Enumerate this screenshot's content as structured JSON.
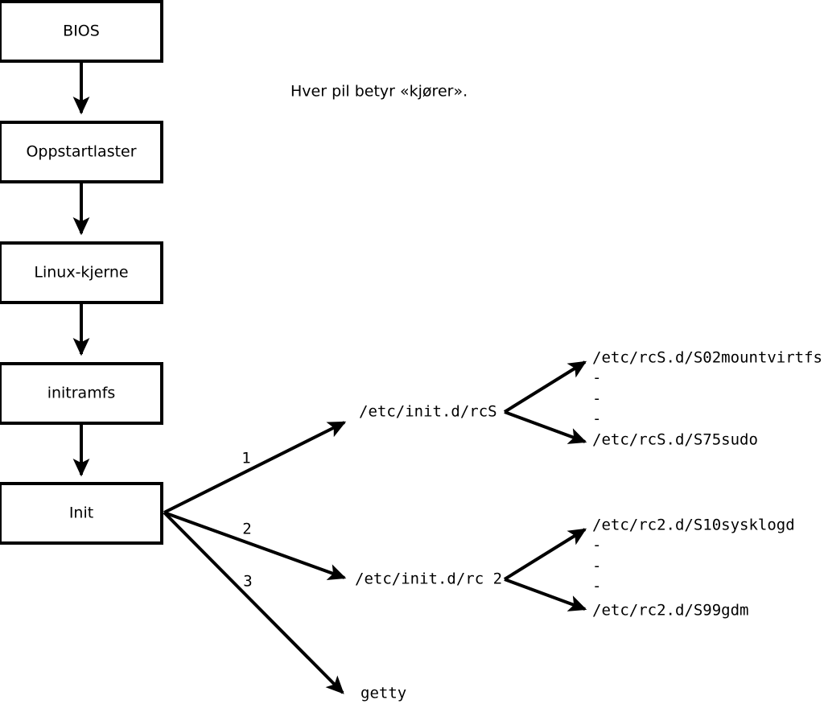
{
  "diagram": {
    "caption": "Hver pil betyr «kjører».",
    "boot_chain": [
      {
        "label": "BIOS"
      },
      {
        "label": "Oppstartlaster"
      },
      {
        "label": "Linux-kjerne"
      },
      {
        "label": "initramfs"
      },
      {
        "label": "Init"
      }
    ],
    "init_branches": [
      {
        "number": "1",
        "target": "/etc/init.d/rcS"
      },
      {
        "number": "2",
        "target": "/etc/init.d/rc 2"
      },
      {
        "number": "3",
        "target": "getty"
      }
    ],
    "rcs_scripts": {
      "first": "/etc/rcS.d/S02mountvirtfs",
      "middle": [
        "-",
        "-",
        "-"
      ],
      "last": "/etc/rcS.d/S75sudo"
    },
    "rc2_scripts": {
      "first": "/etc/rc2.d/S10sysklogd",
      "middle": [
        "-",
        "-",
        "-"
      ],
      "last": "/etc/rc2.d/S99gdm"
    },
    "colors": {
      "stroke": "#000000",
      "fill": "#ffffff",
      "background": "#ffffff"
    }
  }
}
